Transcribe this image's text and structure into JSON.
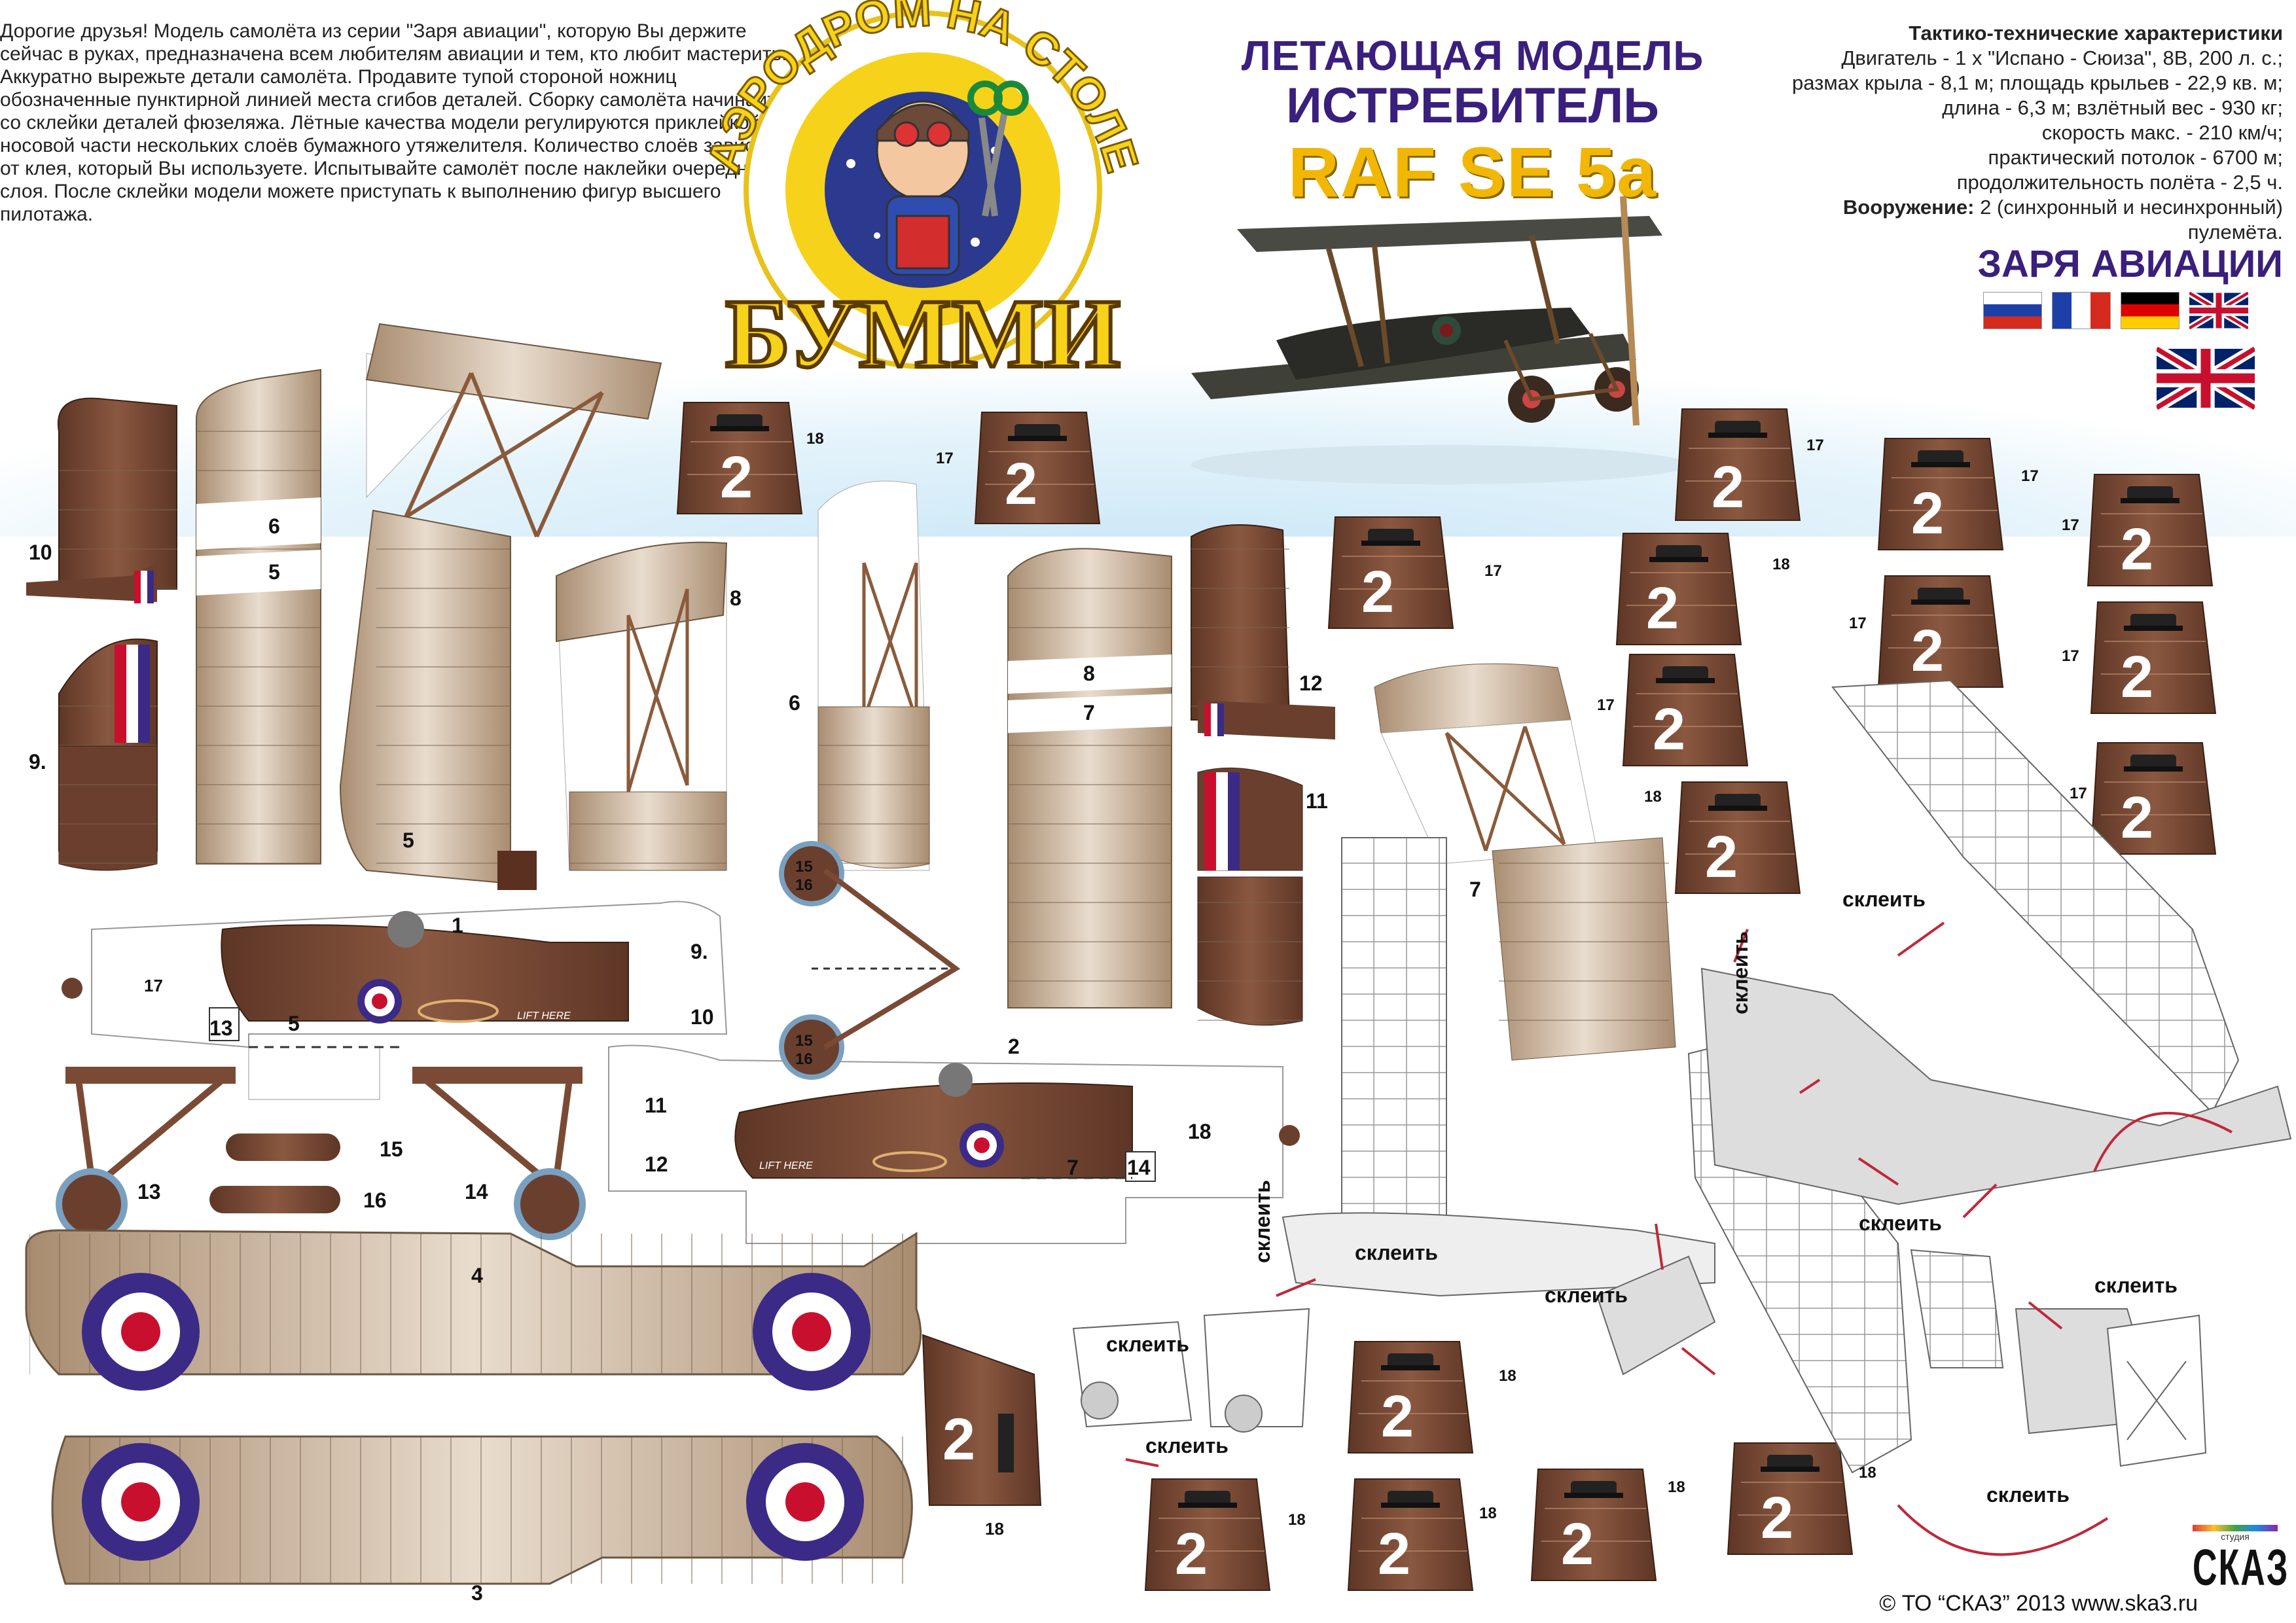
{
  "intro": {
    "text": "Дорогие друзья! Модель самолёта из серии \"Заря авиации\", которую Вы держите сейчас в руках, предназначена всем любителям авиации и тем, кто любит мастерить. Аккуратно вырежьте детали самолёта. Продавите тупой стороной ножниц обозначенные пунктирной линией места сгибов деталей. Сборку самолёта начинайте со склейки деталей фюзеляжа. Лётные качества модели регулируются приклейкой к носовой части нескольких слоёв бумажного утяжелителя. Количество слоёв зависит от клея, который Вы используете. Испытывайте самолёт после наклейки очередного слоя. После склейки модели можете приступать к выполнению фигур высшего пилотажа."
  },
  "logo": {
    "arc_text": "АЭРОДРОМ НА СТОЛЕ",
    "name": "БУММИ"
  },
  "title": {
    "line1": "ЛЕТАЮЩАЯ МОДЕЛЬ",
    "line2": "ИСТРЕБИТЕЛЬ",
    "line3": "RAF SE 5a"
  },
  "specs": {
    "heading": "Тактико-технические характеристики",
    "lines": [
      "Двигатель - 1 х \"Испано - Сюиза\", 8В, 200 л. с.;",
      "размах крыла - 8,1 м; площадь крыльев - 22,9 кв. м;",
      "длина - 6,3 м; взлётный вес - 930 кг;",
      "скорость макс. - 210 км/ч;",
      "практический потолок - 6700 м;",
      "продолжительность полёта - 2,5 ч."
    ],
    "armament_label": "Вооружение:",
    "armament_text": "2 (синхронный и несинхронный)",
    "armament_text2": "пулемёта."
  },
  "series": "ЗАРЯ АВИАЦИИ",
  "colors": {
    "title_purple": "#3a1f7c",
    "title_yellow": "#f2b705",
    "wood_brown": "#7a4a35",
    "wing_tan": "#c7ad8f",
    "roundel_blue": "#3b2a86",
    "roundel_red": "#c8102e"
  },
  "labels": {
    "glue": "склеить",
    "lift_here": "LIFT HERE",
    "n1": "1",
    "n2": "2",
    "n3": "3",
    "n4": "4",
    "n5": "5",
    "n6": "6",
    "n7": "7",
    "n8": "8",
    "n9": "9.",
    "n10": "10",
    "n11": "11",
    "n12": "12",
    "n13": "13",
    "n14": "14",
    "n15": "15",
    "n16": "16",
    "n17": "17",
    "n18": "18",
    "weight_digit": "2",
    "wheel_nums": "15\n16"
  },
  "footer": "© ТО “СКАЗ” 2013 www.ska3.ru",
  "studio": {
    "name": "СКАЗ",
    "sub": "студия"
  }
}
